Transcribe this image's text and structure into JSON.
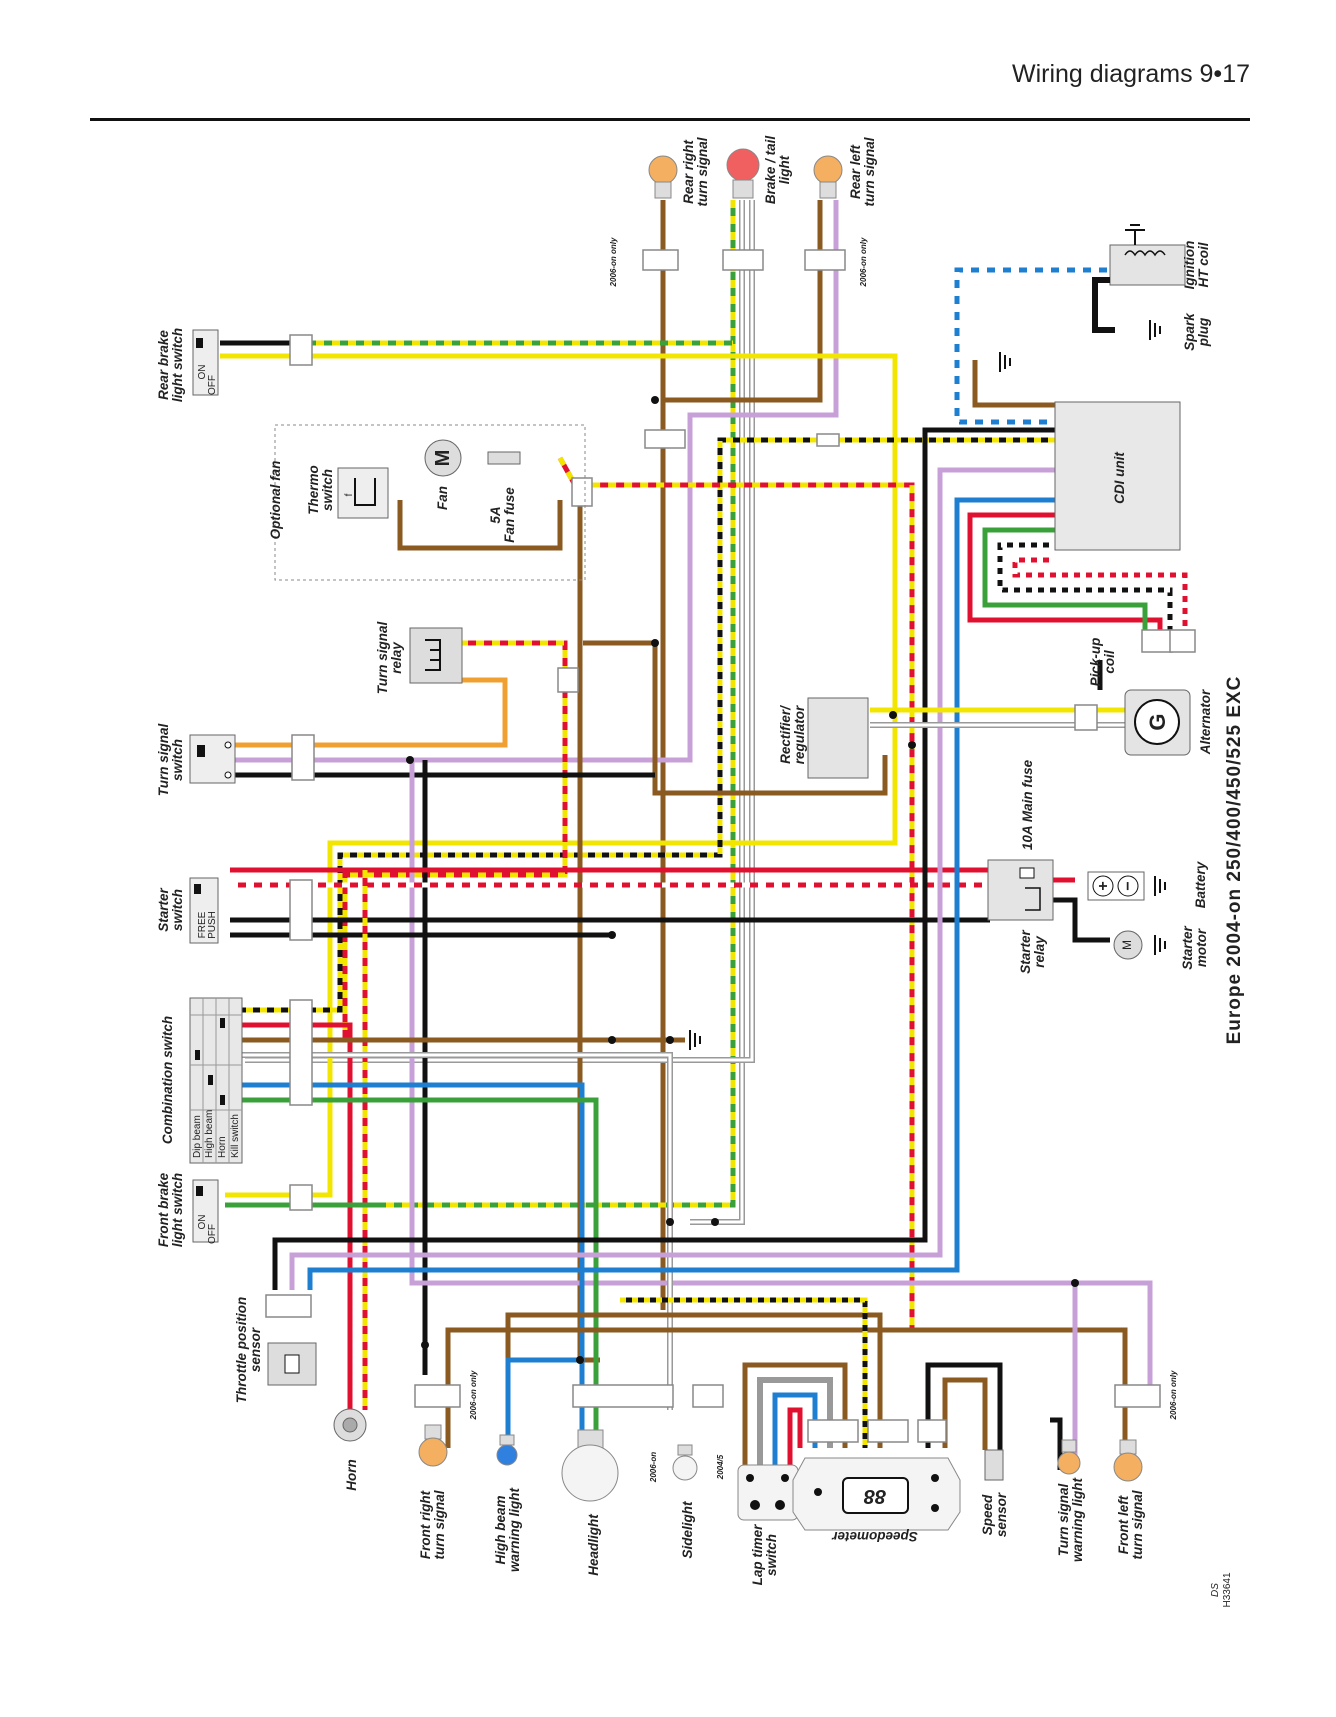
{
  "header": {
    "title": "Wiring diagrams  9•17"
  },
  "diagram": {
    "title": "Europe 2004-on 250/400/450/525 EXC",
    "code": "H33641",
    "initials": "DS",
    "labels": {
      "rear_brake_switch": [
        "Rear brake",
        "light switch"
      ],
      "turn_signal_switch": [
        "Turn signal",
        "switch"
      ],
      "starter_switch": [
        "Starter",
        "switch"
      ],
      "combination_switch": [
        "Combination switch"
      ],
      "front_brake_switch": [
        "Front brake",
        "light switch"
      ],
      "throttle_sensor": [
        "Throttle position",
        "sensor"
      ],
      "horn": [
        "Horn"
      ],
      "front_right_turn": [
        "Front right",
        "turn signal"
      ],
      "high_beam_warning": [
        "High beam",
        "warning light"
      ],
      "headlight": [
        "Headlight"
      ],
      "sidelight": [
        "Sidelight"
      ],
      "lap_timer": [
        "Lap timer",
        "switch"
      ],
      "speedometer": [
        "Speedometer"
      ],
      "speed_sensor": [
        "Speed",
        "sensor"
      ],
      "turn_warning": [
        "Turn signal",
        "warning light"
      ],
      "front_left_turn": [
        "Front left",
        "turn signal"
      ],
      "optional_fan": [
        "Optional fan"
      ],
      "thermo_switch": [
        "Thermo",
        "switch"
      ],
      "fan": [
        "Fan"
      ],
      "fan_fuse": [
        "5A",
        "Fan fuse"
      ],
      "turn_relay": [
        "Turn signal",
        "relay"
      ],
      "rectifier": [
        "Rectifier/",
        "regulator"
      ],
      "main_fuse": [
        "10A Main fuse"
      ],
      "starter_relay": [
        "Starter",
        "relay"
      ],
      "battery": [
        "Battery"
      ],
      "starter_motor": [
        "Starter",
        "motor"
      ],
      "alternator": [
        "Alternator"
      ],
      "pickup_coil": [
        "Pick-up",
        "coil"
      ],
      "cdi_unit": [
        "CDI unit"
      ],
      "spark_plug": [
        "Spark",
        "plug"
      ],
      "ignition_coil": [
        "Ignition",
        "HT coil"
      ],
      "rear_right_turn": [
        "Rear right",
        "turn signal"
      ],
      "brake_tail": [
        "Brake / tail",
        "light"
      ],
      "rear_left_turn": [
        "Rear left",
        "turn signal"
      ]
    },
    "switch_text": {
      "on": "ON",
      "off": "OFF",
      "free": "FREE",
      "push": "PUSH",
      "combo_rows": [
        "Dip beam",
        "High beam",
        "Horn",
        "Kill switch"
      ]
    },
    "notes": {
      "n2006_only": "2006-on only",
      "n2006_on": "2006-on",
      "n2004_5": "2004/5",
      "display": "88"
    },
    "symbols": {
      "motor_m": "M",
      "generator_g": "G",
      "plus": "+",
      "minus": "−",
      "f": "f"
    },
    "colors": {
      "black": "#111111",
      "brown": "#8a5a20",
      "yellow": "#f2e600",
      "red": "#e01030",
      "green": "#3aa03a",
      "blue": "#1e7fd0",
      "violet": "#c8a0d8",
      "orange": "#f0a030",
      "white": "#ffffff"
    }
  }
}
